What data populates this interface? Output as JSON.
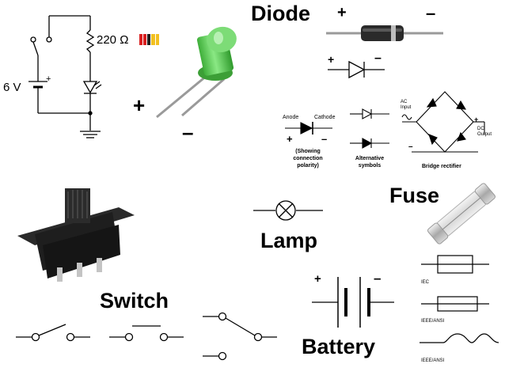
{
  "circuit": {
    "voltage": "6 V",
    "resistance": "220 Ω",
    "plus": "+"
  },
  "led": {
    "plus": "+",
    "minus": "–"
  },
  "diode": {
    "title": "Diode",
    "photo_plus": "+",
    "photo_minus": "–",
    "symbol_plus": "+",
    "symbol_minus": "–",
    "anode": "Anode",
    "cathode": "Cathode",
    "polarity_plus": "+",
    "polarity_minus": "–",
    "polarity_caption": "(Showing connection polarity)",
    "alt_caption": "Alternative symbols",
    "bridge_caption": "Bridge rectifier",
    "ac_input": "AC Input",
    "dc_output": "DC Output",
    "bridge_plus": "+",
    "bridge_minus": "–"
  },
  "fuse": {
    "title": "Fuse",
    "std_iec": "IEC",
    "std_ieee1": "IEEE/ANSI",
    "std_ieee2": "IEEE/ANSI"
  },
  "lamp": {
    "title": "Lamp"
  },
  "switch": {
    "title": "Switch"
  },
  "battery": {
    "title": "Battery",
    "plus": "+",
    "minus": "–"
  },
  "colors": {
    "led_green": "#5fcf5a",
    "resistor_band_red": "#d92020",
    "resistor_band_yellow": "#f2c020",
    "switch_body": "#1e1e1e"
  }
}
